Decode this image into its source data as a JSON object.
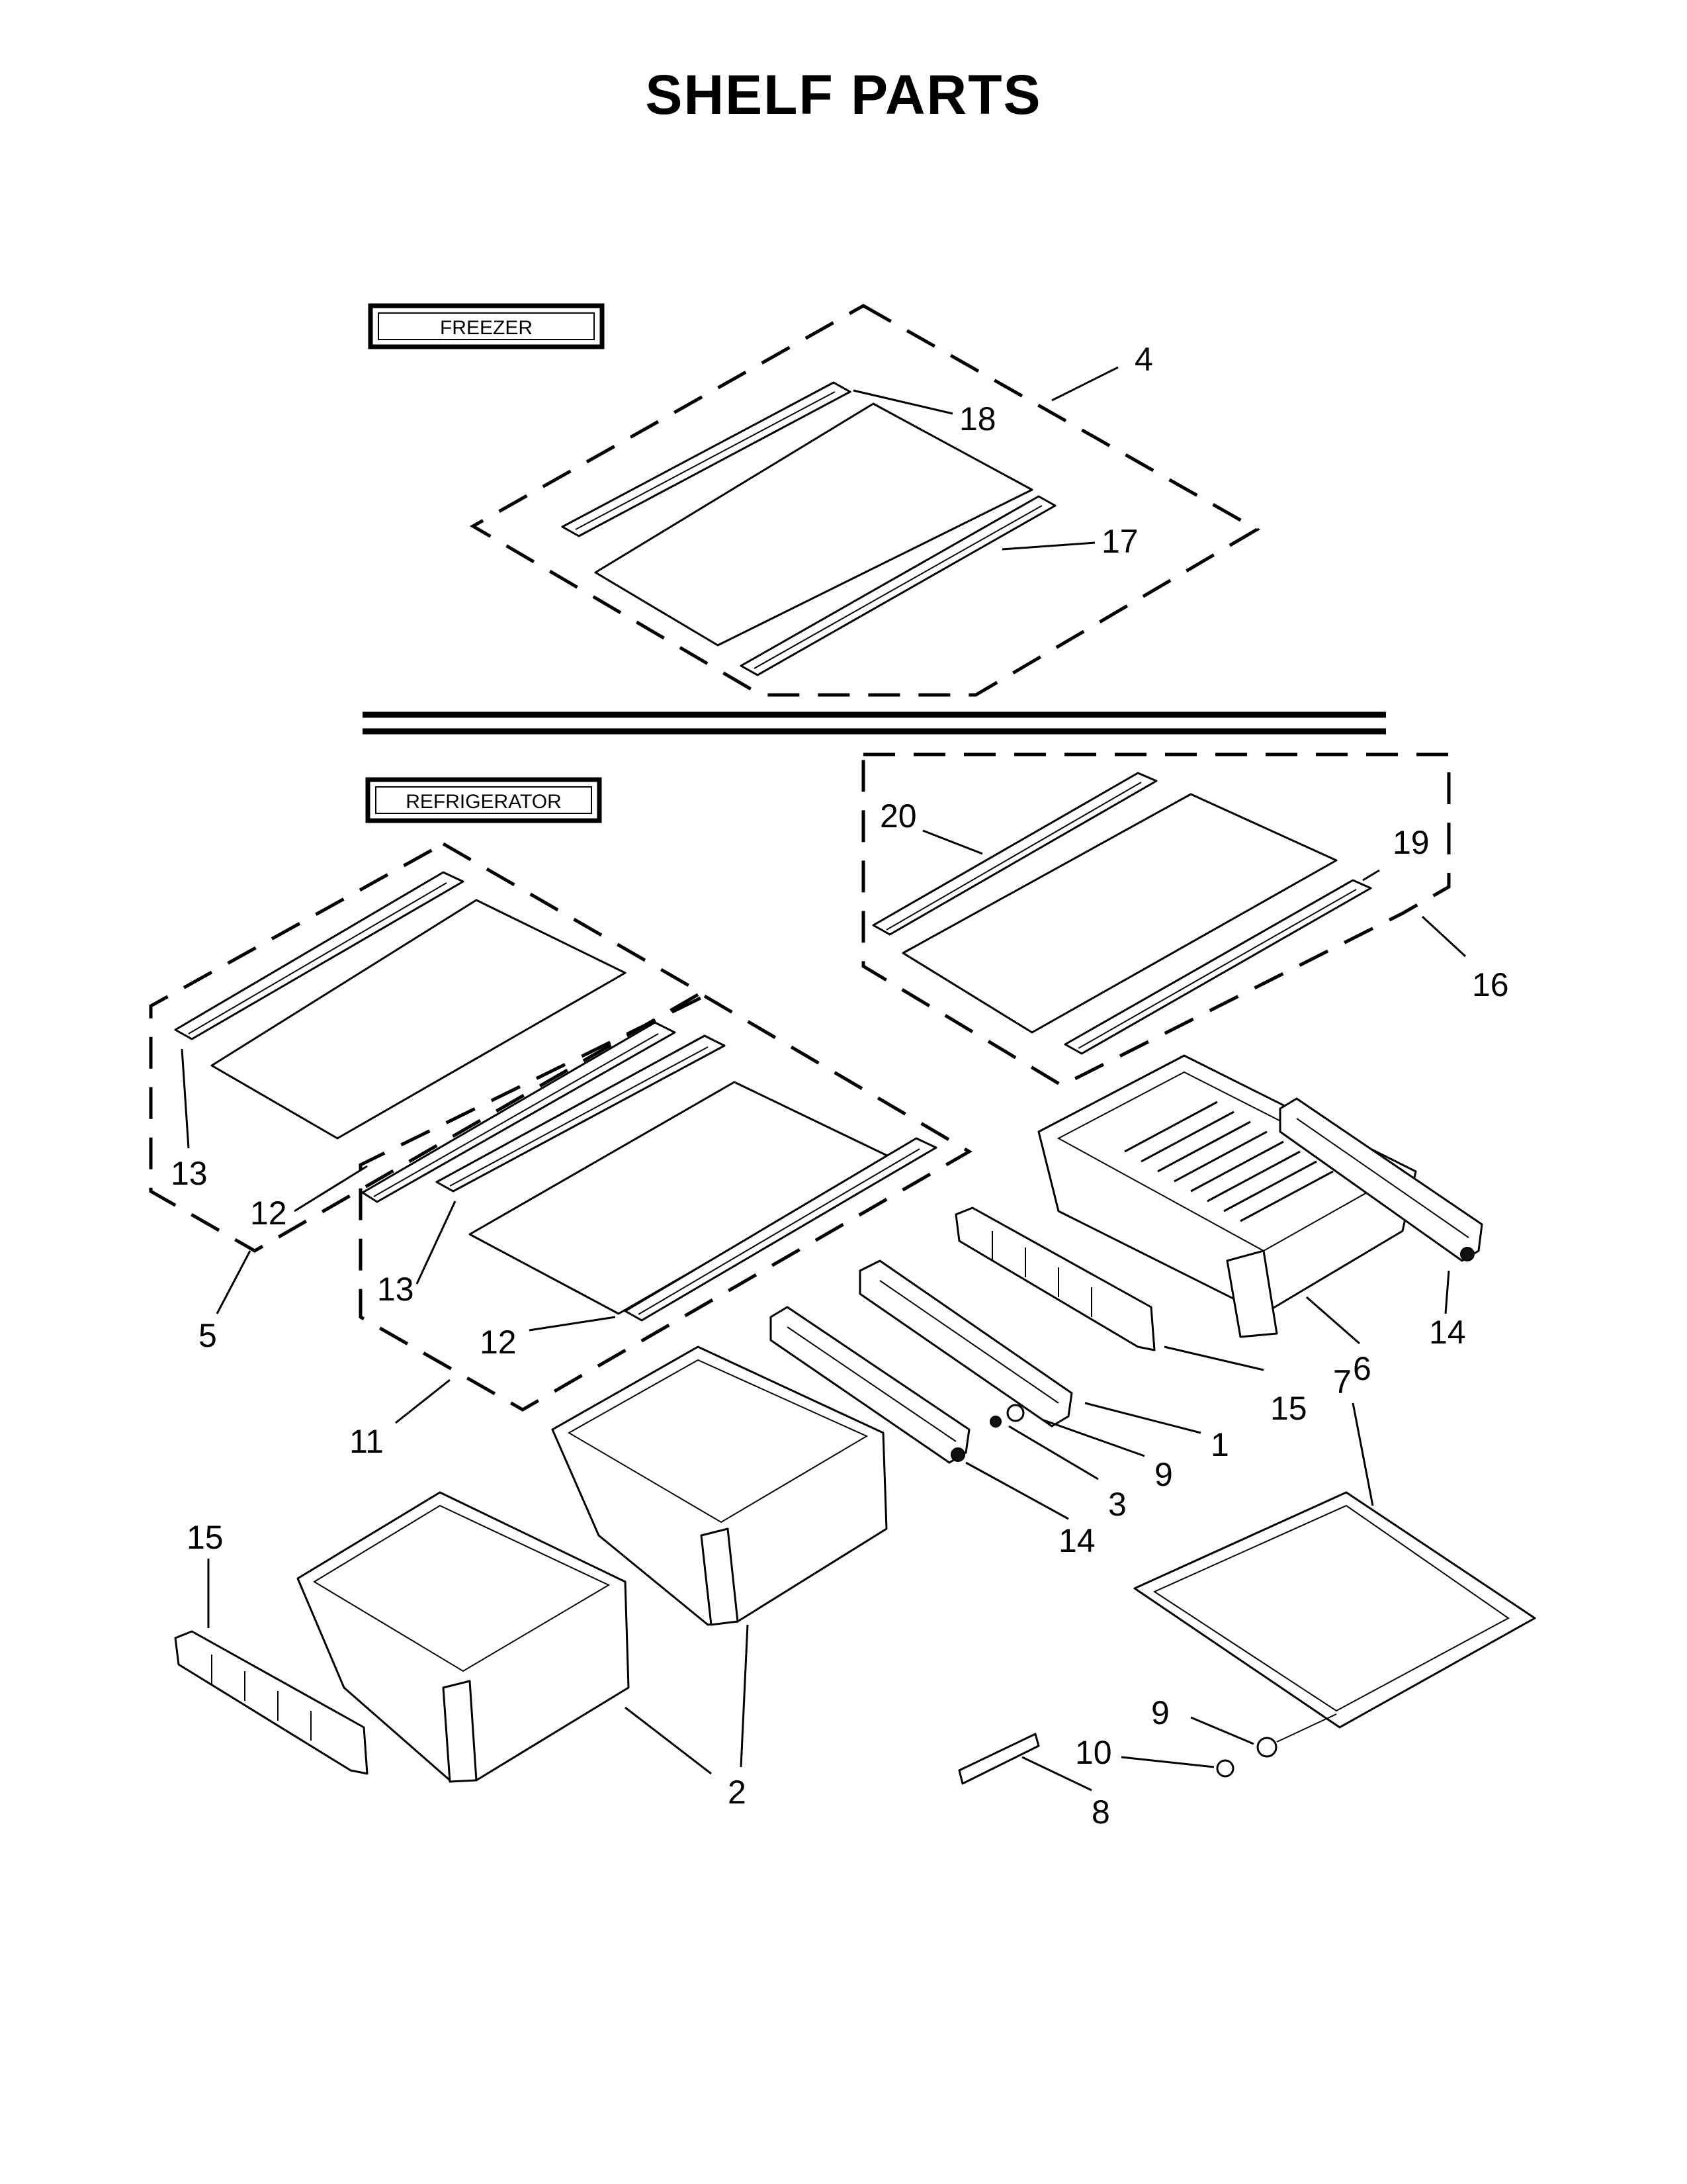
{
  "title": "SHELF PARTS",
  "sections": {
    "freezer": "FREEZER",
    "refrigerator": "REFRIGERATOR"
  },
  "callouts": [
    {
      "id": "c4",
      "text": "4"
    },
    {
      "id": "c18",
      "text": "18"
    },
    {
      "id": "c17",
      "text": "17"
    },
    {
      "id": "c20",
      "text": "20"
    },
    {
      "id": "c19",
      "text": "19"
    },
    {
      "id": "c16",
      "text": "16"
    },
    {
      "id": "c13a",
      "text": "13"
    },
    {
      "id": "c12a",
      "text": "12"
    },
    {
      "id": "c5",
      "text": "5"
    },
    {
      "id": "c13b",
      "text": "13"
    },
    {
      "id": "c12b",
      "text": "12"
    },
    {
      "id": "c11",
      "text": "11"
    },
    {
      "id": "c14a",
      "text": "14"
    },
    {
      "id": "c6",
      "text": "6"
    },
    {
      "id": "c15a",
      "text": "15"
    },
    {
      "id": "c1",
      "text": "1"
    },
    {
      "id": "c9a",
      "text": "9"
    },
    {
      "id": "c3",
      "text": "3"
    },
    {
      "id": "c14b",
      "text": "14"
    },
    {
      "id": "c7",
      "text": "7"
    },
    {
      "id": "c15b",
      "text": "15"
    },
    {
      "id": "c2",
      "text": "2"
    },
    {
      "id": "c9b",
      "text": "9"
    },
    {
      "id": "c10",
      "text": "10"
    },
    {
      "id": "c8",
      "text": "8"
    }
  ]
}
